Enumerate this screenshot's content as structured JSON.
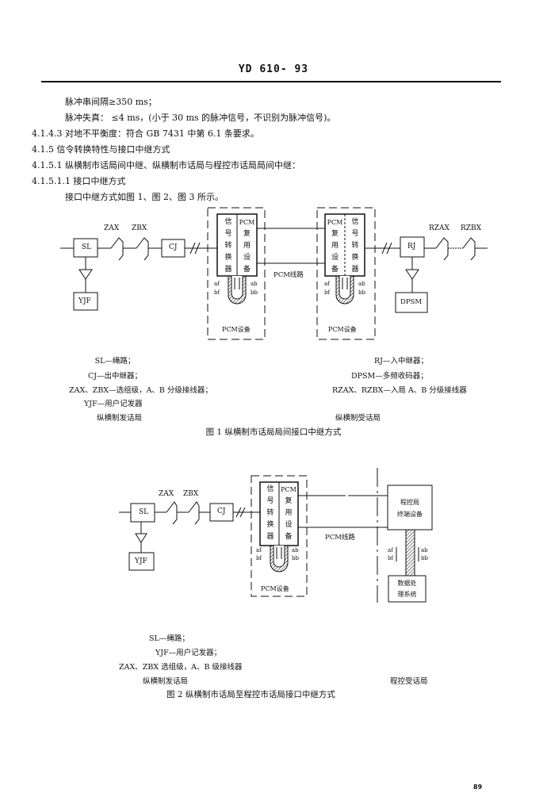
{
  "header": {
    "title": "YD 610- 93"
  },
  "paragraphs": [
    "脉冲串间隔≥350 ms；",
    "脉冲失真： ≤4 ms，(小于 30 ms 的脉冲信号，不识别为脉冲信号)。",
    "4.1.4.3  对地不平衡度：符合 GB 7431 中第 6.1 条要求。",
    "4.1.5  信令转换特性与接口中继方式",
    "4.1.5.1  纵横制市话局间中继、纵横制市话局与程控市话局局间中继：",
    "4.1.5.1.1  接口中继方式",
    "接口中继方式如图 1、图 2、图 3 所示。"
  ],
  "figure1": {
    "labels": {
      "sl": "SL",
      "yjf": "YJF",
      "cj": "CJ",
      "zax": "ZAX",
      "zbx": "ZBX",
      "rj": "RJ",
      "dpsm": "DPSM",
      "rzax": "RZAX",
      "rzbx": "RZBX",
      "signal_converter": [
        "信",
        "号",
        "转",
        "换",
        "器"
      ],
      "pcm_mux_left": [
        "PCM",
        "复",
        "用",
        "设",
        "备"
      ],
      "pcm_mux_right": [
        "PCM",
        "复",
        "用",
        "设",
        "备"
      ],
      "af": "af",
      "bf": "bf",
      "ab": "ab",
      "bb": "bb",
      "pcm_line": "PCM线路",
      "pcm_equipment": "PCM设备"
    },
    "legend_left": [
      "SL—绳路；",
      "CJ—出中继器；",
      "ZAX、ZBX—选组级，A、B 分级接线器；",
      "YJF—用户记发器"
    ],
    "legend_right": [
      "RJ—入中继器；",
      "DPSM—多频收码器；",
      "RZAX、RZBX—入局 A、B 分级接线器"
    ],
    "office_left": "纵横制发话局",
    "office_right": "纵横制受话局",
    "caption": "图 1   纵横制市话局局间接口中继方式"
  },
  "figure2": {
    "labels": {
      "sl": "SL",
      "yjf": "YJF",
      "cj": "CJ",
      "zax": "ZAX",
      "zbx": "ZBX",
      "pcm_line": "PCM线路",
      "pcm_equipment": "PCM设备",
      "terminal_line1": "程控局",
      "terminal_line2": "终端设备",
      "dp_line1": "数据处",
      "dp_line2": "理系统",
      "af": "af",
      "bf": "bf",
      "ab": "ab",
      "bb": "bb"
    },
    "legend": [
      "SL—绳路；",
      "YJF—用户记发器；",
      "ZAX、ZBX  选组级，A、B 级接线器"
    ],
    "office_left": "纵横制发话局",
    "office_right": "程控受话局",
    "caption": "图 2   纵横制市话局至程控市话局接口中继方式"
  },
  "page_number": "89"
}
